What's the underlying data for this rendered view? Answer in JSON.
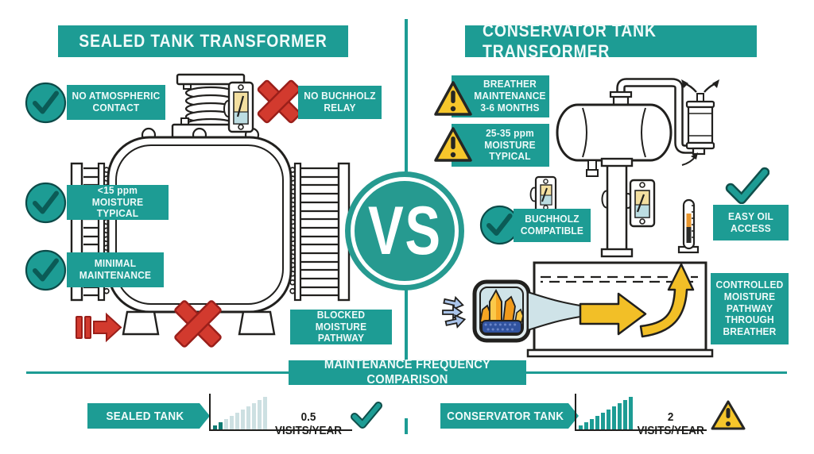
{
  "palette": {
    "teal": "#1d9c94",
    "teal_dark": "#0f4f4b",
    "ink": "#21201e",
    "red": "#d23a2e",
    "red_dark": "#9a1f1a",
    "warning_yellow": "#f6c62b",
    "arrow_yellow": "#f2bf27",
    "blue_arrow": "#aac4ea",
    "crystal_orange": "#f6a623",
    "bead_blue": "#31539f",
    "gauge_face": "#f3dfa0",
    "bar_light": "#cde0e2",
    "bar_dark": "#0f7a72"
  },
  "icons": {
    "check_circle": "checkmark in teal circle",
    "check": "teal checkmark",
    "cross": "red X",
    "warning": "yellow triangle with exclamation",
    "gauge": "pressure relay gauge",
    "oil_level_gauge": "oil level indicator",
    "breather": "silica gel breather"
  },
  "left_panel": {
    "title": "SEALED TANK TRANSFORMER",
    "callouts": {
      "no_atmospheric_contact": "NO ATMOSPHERIC CONTACT",
      "no_buchholz_relay": "NO BUCHHOLZ RELAY",
      "moisture_typical": "<15 ppm MOISTURE TYPICAL",
      "minimal_maintenance": "MINIMAL MAINTENANCE",
      "blocked_moisture_pathway": "BLOCKED MOISTURE PATHWAY"
    }
  },
  "right_panel": {
    "title": "CONSERVATOR TANK TRANSFORMER",
    "callouts": {
      "breather_maintenance": "BREATHER MAINTENANCE 3-6 MONTHS",
      "moisture_typical": "25-35 ppm MOISTURE TYPICAL",
      "buchholz_compatible": "BUCHHOLZ COMPATIBLE",
      "easy_oil_access": "EASY OIL ACCESS",
      "controlled_moisture_pathway": "CONTROLLED MOISTURE PATHWAY THROUGH BREATHER"
    }
  },
  "vs_badge": {
    "label": "VS"
  },
  "comparison": {
    "title": "MAINTENANCE FREQUENCY COMPARISON"
  },
  "chart_data": [
    {
      "type": "bar",
      "name": "sealed_tank_maintenance_frequency",
      "label": "SEALED TANK",
      "value_text": "0.5 VISITS/YEAR",
      "visits_per_year": 0.5,
      "bar_heights": [
        5,
        9,
        13,
        17,
        21,
        25,
        29,
        33,
        37,
        41
      ],
      "highlight_count": 2,
      "highlight_color": "#0f7a72",
      "base_color": "#cde0e2",
      "status_icon": "check-icon"
    },
    {
      "type": "bar",
      "name": "conservator_tank_maintenance_frequency",
      "label": "CONSERVATOR TANK",
      "value_text": "2 VISITS/YEAR",
      "visits_per_year": 2,
      "bar_heights": [
        5,
        9,
        13,
        17,
        21,
        25,
        29,
        33,
        37,
        41
      ],
      "highlight_count": 10,
      "highlight_color": "#1d9c94",
      "base_color": "#1d9c94",
      "status_icon": "warning-icon"
    }
  ]
}
